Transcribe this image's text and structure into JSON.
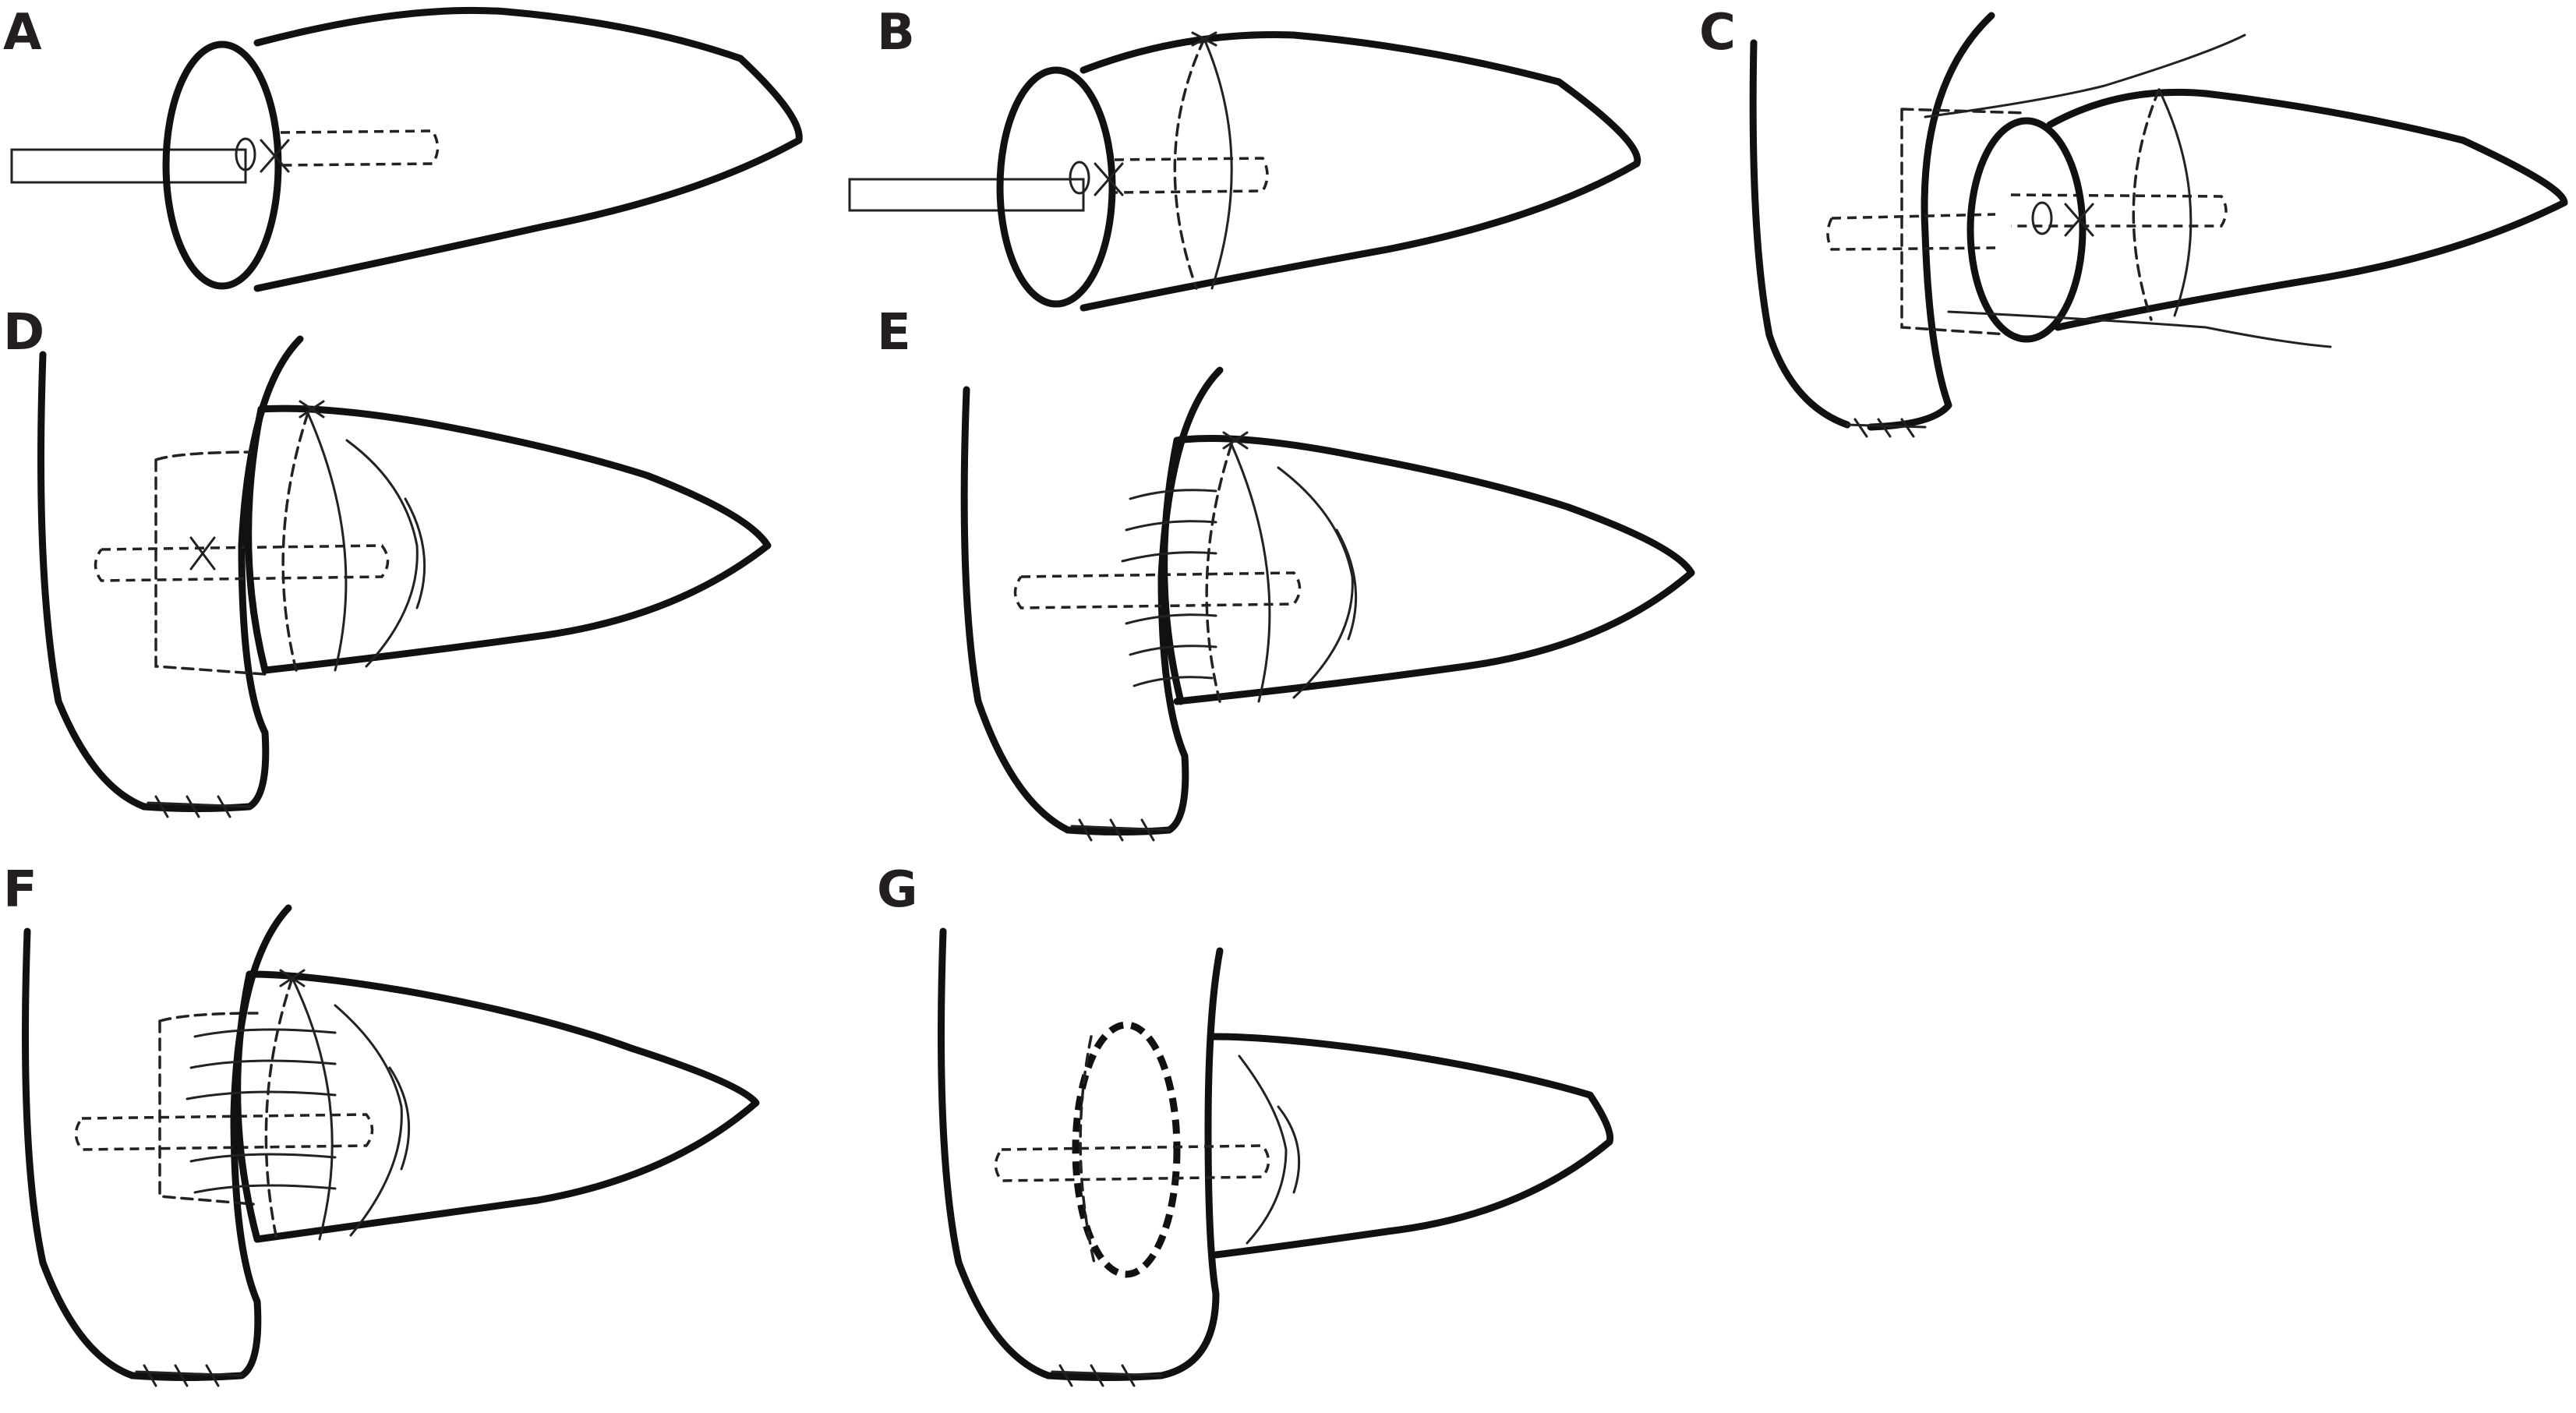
{
  "panels": [
    {
      "label": "A"
    },
    {
      "label": "B"
    },
    {
      "label": "C"
    },
    {
      "label": "D"
    },
    {
      "label": "E"
    },
    {
      "label": "F"
    },
    {
      "label": "G"
    }
  ],
  "colors": {
    "stroke": "#111111",
    "label": "#231f20",
    "background": "#ffffff"
  }
}
